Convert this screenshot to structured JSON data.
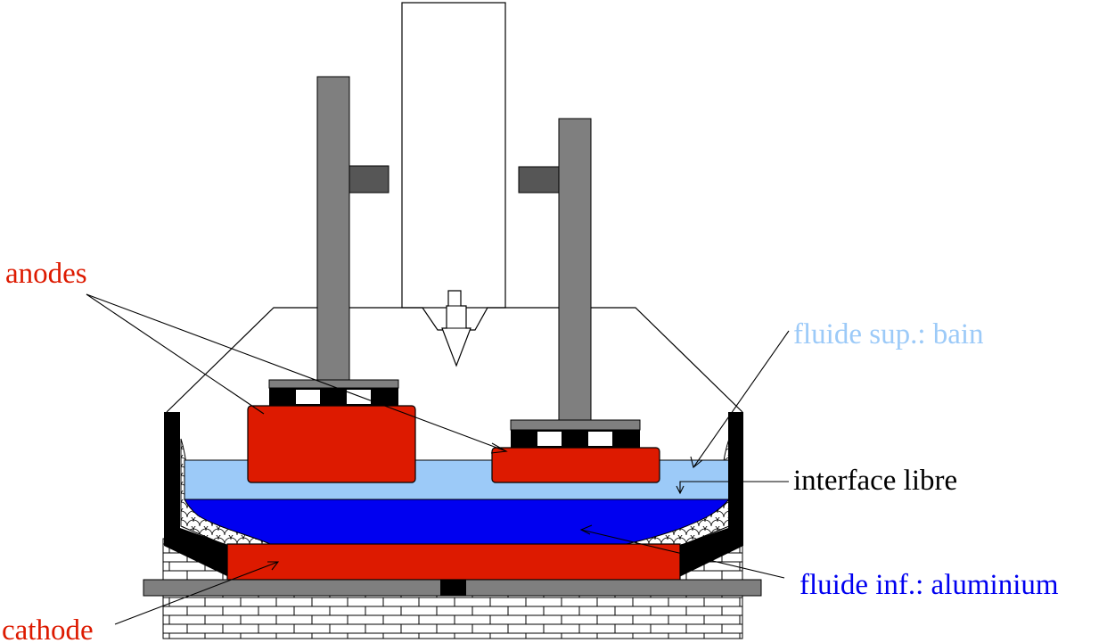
{
  "labels": {
    "anodes": "anodes",
    "bath": "fluide sup.: bain",
    "interface": "interface libre",
    "aluminium": "fluide inf.: aluminium",
    "cathode": "cathode"
  },
  "colors": {
    "anode_red": "#dd1a00",
    "bath_light_blue": "#9ccaf8",
    "aluminium_blue": "#0000f0",
    "steel_gray": "#7f7f7f",
    "dark_gray": "#565656",
    "black": "#000000",
    "label_anodes": "#dd1a00",
    "label_bath": "#9ccaf8",
    "label_aluminium": "#0000f0",
    "label_interface": "#000000"
  }
}
